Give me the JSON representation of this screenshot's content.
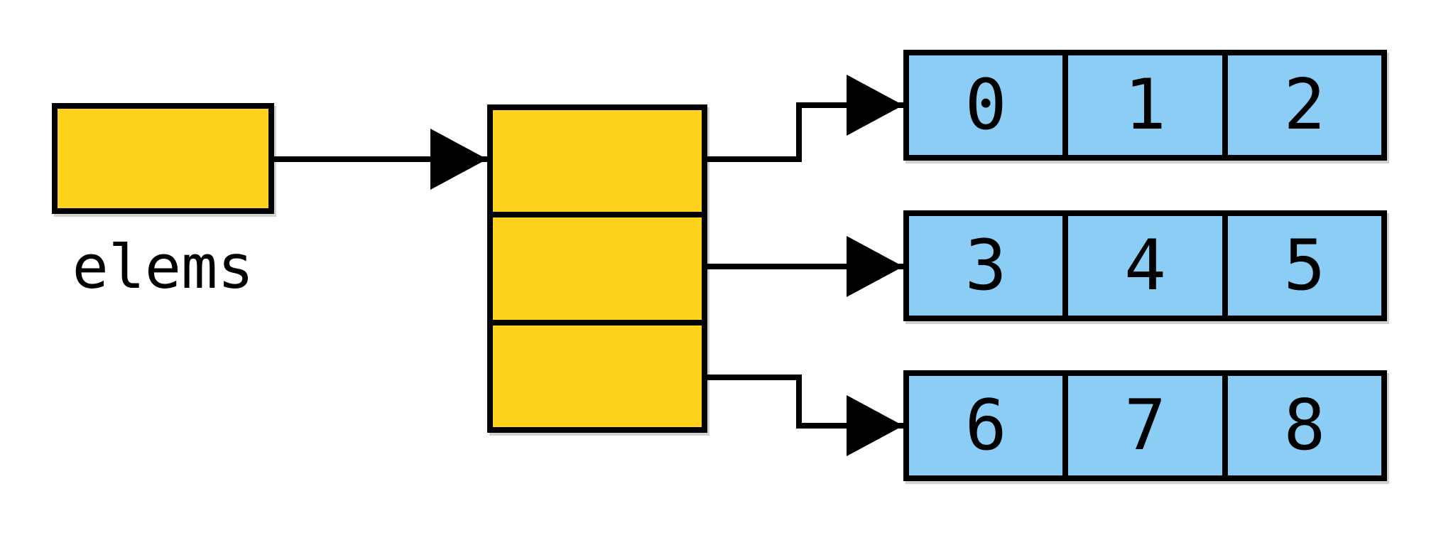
{
  "diagram": {
    "pointer_label": "elems",
    "colors": {
      "box_fill": "#FFD21E",
      "cell_fill": "#8CCDF5",
      "line": "#000000"
    },
    "rows": [
      {
        "cells": [
          "0",
          "1",
          "2"
        ]
      },
      {
        "cells": [
          "3",
          "4",
          "5"
        ]
      },
      {
        "cells": [
          "6",
          "7",
          "8"
        ]
      }
    ]
  }
}
